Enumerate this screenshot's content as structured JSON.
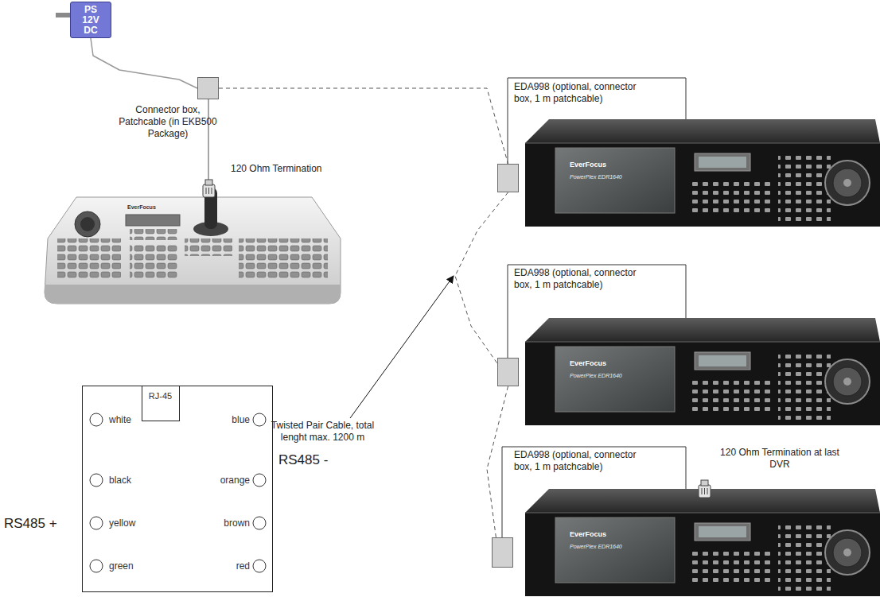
{
  "diagram": {
    "nodes": [
      {
        "text": [
          "PS 12V DC"
        ]
      },
      {
        "text": [
          "Connector box, Patchcable (in EKB500 Package)"
        ]
      },
      {
        "text": [
          "EDA998 (optional, connector box, 1 m patchcable)"
        ]
      },
      {
        "text": [
          "EDA998 (optional, connector box, 1 m patchcable)"
        ]
      },
      {
        "text": [
          "EDA998 (optional, connector box, 1 m patchcable)"
        ]
      },
      {
        "text": [
          "white",
          "blue",
          "black",
          "orange",
          "yellow",
          "brown",
          "green",
          "red"
        ]
      },
      {
        "text": [
          "RJ-45"
        ],
        "in": 5
      }
    ],
    "edges": [
      {
        "from": 0,
        "to": 1,
        "arrow": "none"
      },
      {
        "from": 1,
        "to": 2,
        "arrow": "none"
      },
      {
        "from": 2,
        "to": 3,
        "arrow": "none"
      },
      {
        "from": 3,
        "to": 4,
        "arrow": "none"
      }
    ],
    "labels": [
      "120 Ohm Termination",
      "Twisted Pair Cable, total lenght max. 1200 m",
      "RS485 +",
      "RS485 -",
      "120 Ohm Termination at last DVR",
      "EverFocus",
      "EverFocus",
      "EverFocus",
      "EverFocus",
      "PowerPlex EDR1640",
      "PowerPlex EDR1640",
      "PowerPlex EDR1640"
    ]
  }
}
